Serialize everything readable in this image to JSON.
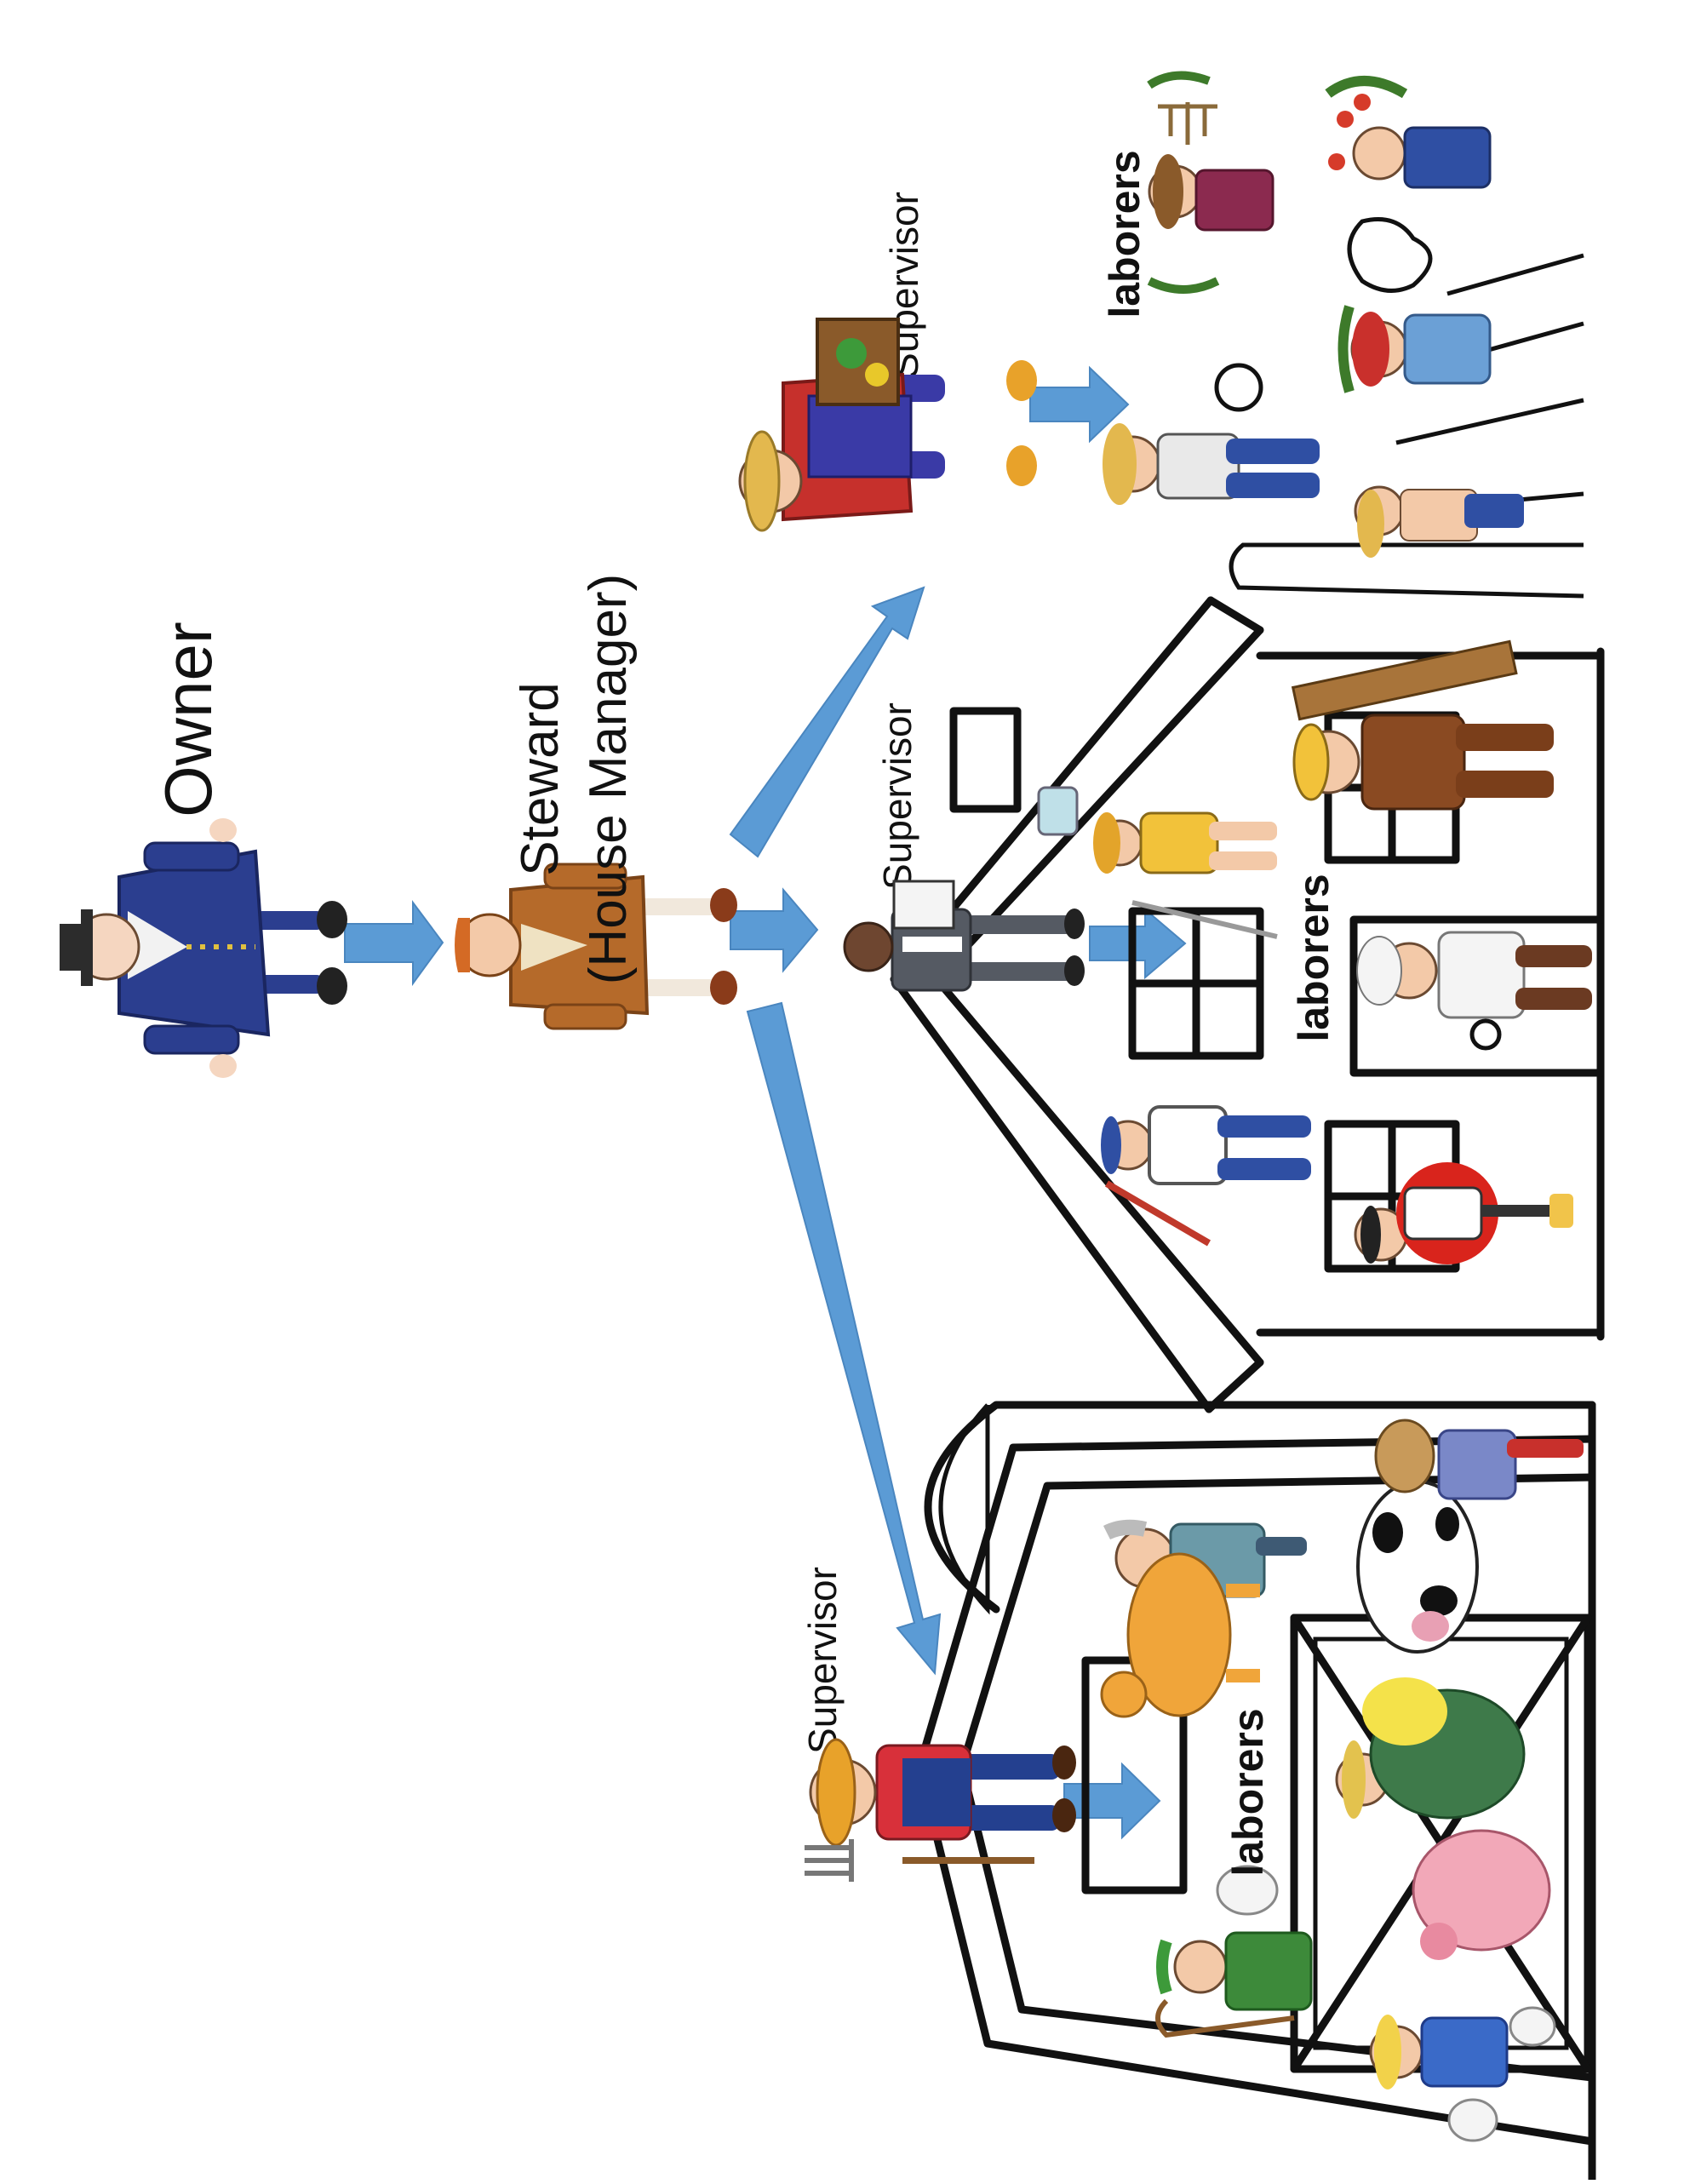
{
  "labels": {
    "owner": "Owner",
    "steward_line1": "Steward",
    "steward_line2": "(House Manager)",
    "supervisor_field": "Supervisor",
    "supervisor_house": "Supervisor",
    "supervisor_barn": "Supervisor",
    "laborers_field": "laborers",
    "laborers_house": "laborers",
    "laborers_barn": "laborers"
  },
  "colors": {
    "arrow": "#5b9bd5",
    "owner_coat": "#2b3e8f",
    "steward_coat": "#b56a2a",
    "supervisor_field_shirt": "#3a3aa6",
    "supervisor_house_suit": "#555a63",
    "supervisor_barn_overalls": "#24408f"
  },
  "icons": {
    "owner": "gentleman-figure-icon",
    "steward": "steward-figure-icon",
    "supervisor_field": "farmer-with-crate-icon",
    "supervisor_house": "businessman-with-clipboard-icon",
    "supervisor_barn": "farmer-with-pitchfork-icon"
  }
}
